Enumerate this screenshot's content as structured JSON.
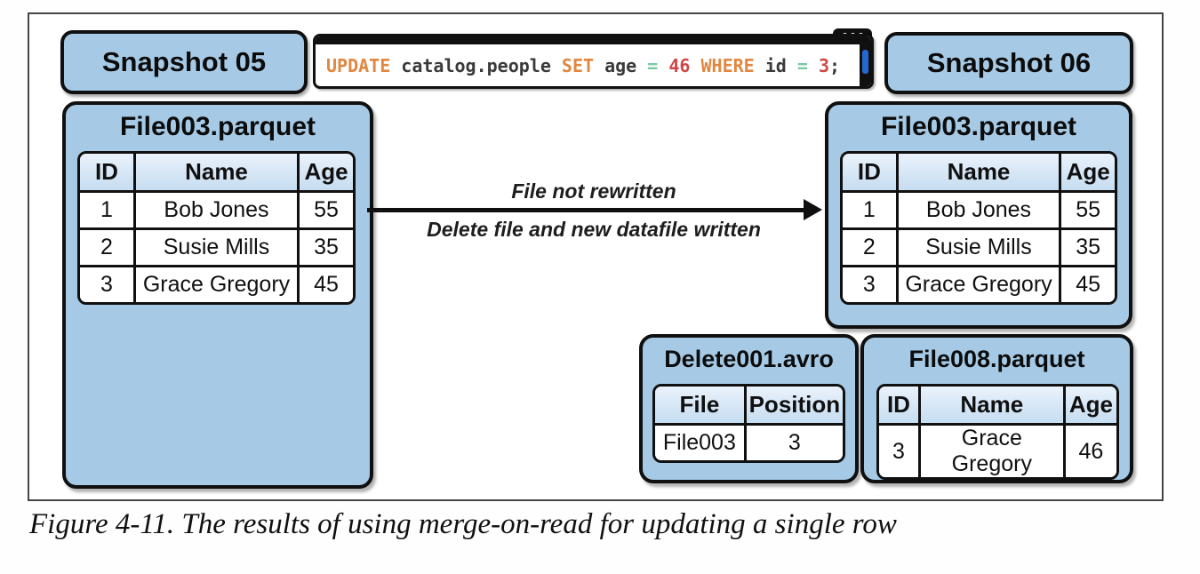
{
  "snapshot_left": {
    "label": "Snapshot 05"
  },
  "snapshot_right": {
    "label": "Snapshot 06"
  },
  "terminal": {
    "tokens": [
      {
        "text": "UPDATE ",
        "type": "keyword"
      },
      {
        "text": "catalog.people ",
        "type": "plain"
      },
      {
        "text": "SET ",
        "type": "keyword"
      },
      {
        "text": "age ",
        "type": "plain"
      },
      {
        "text": "= ",
        "type": "operator"
      },
      {
        "text": "46 ",
        "type": "number"
      },
      {
        "text": "WHERE ",
        "type": "keyword"
      },
      {
        "text": "id ",
        "type": "plain"
      },
      {
        "text": "= ",
        "type": "operator"
      },
      {
        "text": "3",
        "type": "number"
      },
      {
        "text": ";",
        "type": "plain"
      }
    ],
    "token_colors": {
      "keyword": "#e1873f",
      "plain": "#3a3a3a",
      "operator": "#7ac9a3",
      "number": "#cf4747"
    },
    "icons": {
      "window_controls": "three-dots",
      "scrollbar": "vertical-blue-thumb"
    }
  },
  "file003_before": {
    "title": "File003.parquet",
    "headers": [
      "ID",
      "Name",
      "Age"
    ],
    "rows": [
      [
        "1",
        "Bob Jones",
        "55"
      ],
      [
        "2",
        "Susie Mills",
        "35"
      ],
      [
        "3",
        "Grace Gregory",
        "45"
      ]
    ]
  },
  "arrow": {
    "label_top": "File not rewritten",
    "label_bottom": "Delete file and new datafile written"
  },
  "file003_after": {
    "title": "File003.parquet",
    "headers": [
      "ID",
      "Name",
      "Age"
    ],
    "rows": [
      [
        "1",
        "Bob Jones",
        "55"
      ],
      [
        "2",
        "Susie Mills",
        "35"
      ],
      [
        "3",
        "Grace Gregory",
        "45"
      ]
    ]
  },
  "delete001": {
    "title": "Delete001.avro",
    "headers": [
      "File",
      "Position"
    ],
    "rows": [
      [
        "File003",
        "3"
      ]
    ]
  },
  "file008": {
    "title": "File008.parquet",
    "headers": [
      "ID",
      "Name",
      "Age"
    ],
    "rows": [
      [
        "3",
        "Grace Gregory",
        "46"
      ]
    ]
  },
  "caption": "Figure 4-11. The results of using merge-on-read for updating a single row",
  "colors": {
    "box_blue": "#a6cae6",
    "table_header_top": "#eaf2fb",
    "table_header_bottom": "#c6ddf1",
    "border_black": "#101010",
    "scrollbar_blue": "#2468cf",
    "sql_keyword": "#e1873f",
    "sql_number": "#cf4747",
    "sql_operator": "#7ac9a3"
  }
}
